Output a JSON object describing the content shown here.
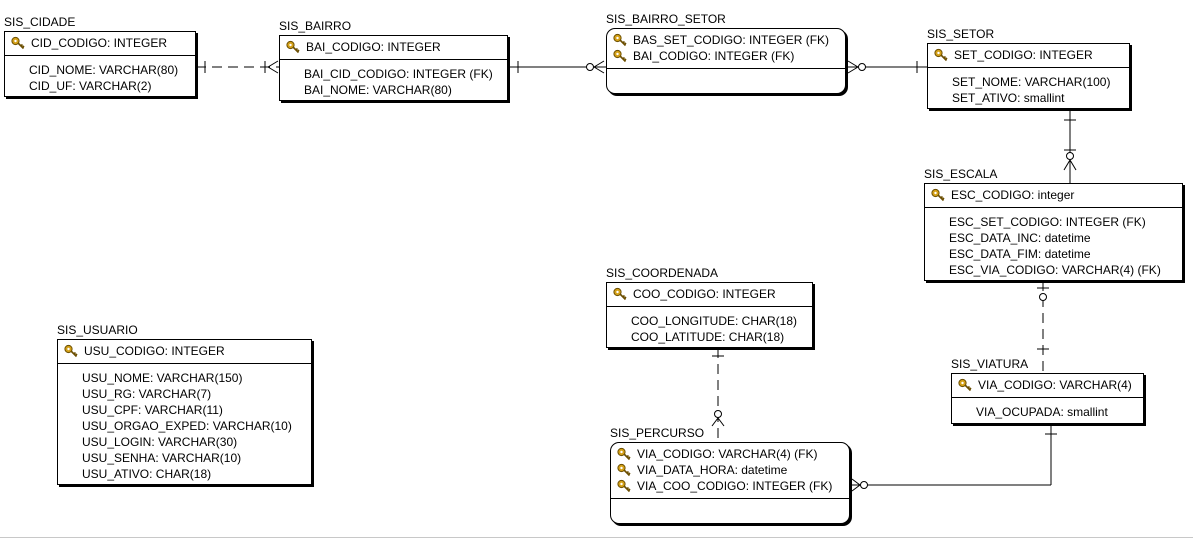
{
  "entities": {
    "sis_cidade": {
      "title": "SIS_CIDADE",
      "pk": [
        {
          "name": "CID_CODIGO: INTEGER"
        }
      ],
      "attrs": [
        "CID_NOME: VARCHAR(80)",
        "CID_UF: VARCHAR(2)"
      ]
    },
    "sis_bairro": {
      "title": "SIS_BAIRRO",
      "pk": [
        {
          "name": "BAI_CODIGO: INTEGER"
        }
      ],
      "attrs": [
        "BAI_CID_CODIGO: INTEGER (FK)",
        "BAI_NOME: VARCHAR(80)"
      ]
    },
    "sis_bairro_setor": {
      "title": "SIS_BAIRRO_SETOR",
      "pk": [
        {
          "name": "BAS_SET_CODIGO: INTEGER (FK)"
        },
        {
          "name": "BAI_CODIGO: INTEGER (FK)"
        }
      ],
      "attrs": []
    },
    "sis_setor": {
      "title": "SIS_SETOR",
      "pk": [
        {
          "name": "SET_CODIGO: INTEGER"
        }
      ],
      "attrs": [
        "SET_NOME: VARCHAR(100)",
        "SET_ATIVO: smallint"
      ]
    },
    "sis_escala": {
      "title": "SIS_ESCALA",
      "pk": [
        {
          "name": "ESC_CODIGO: integer"
        }
      ],
      "attrs": [
        "ESC_SET_CODIGO: INTEGER (FK)",
        "ESC_DATA_INC: datetime",
        "ESC_DATA_FIM: datetime",
        "ESC_VIA_CODIGO: VARCHAR(4) (FK)"
      ]
    },
    "sis_coordenada": {
      "title": "SIS_COORDENADA",
      "pk": [
        {
          "name": "COO_CODIGO: INTEGER"
        }
      ],
      "attrs": [
        "COO_LONGITUDE: CHAR(18)",
        "COO_LATITUDE: CHAR(18)"
      ]
    },
    "sis_usuario": {
      "title": "SIS_USUARIO",
      "pk": [
        {
          "name": "USU_CODIGO: INTEGER"
        }
      ],
      "attrs": [
        "USU_NOME: VARCHAR(150)",
        "USU_RG: VARCHAR(7)",
        "USU_CPF: VARCHAR(11)",
        "USU_ORGAO_EXPED: VARCHAR(10)",
        "USU_LOGIN: VARCHAR(30)",
        "USU_SENHA: VARCHAR(10)",
        "USU_ATIVO: CHAR(18)"
      ]
    },
    "sis_viatura": {
      "title": "SIS_VIATURA",
      "pk": [
        {
          "name": "VIA_CODIGO: VARCHAR(4)"
        }
      ],
      "attrs": [
        "VIA_OCUPADA: smallint"
      ]
    },
    "sis_percurso": {
      "title": "SIS_PERCURSO",
      "pk": [
        {
          "name": "VIA_CODIGO: VARCHAR(4) (FK)"
        },
        {
          "name": "VIA_DATA_HORA: datetime"
        },
        {
          "name": "VIA_COO_CODIGO: INTEGER (FK)"
        }
      ],
      "attrs": []
    }
  },
  "relationships": [
    {
      "parent": "sis_cidade",
      "child": "sis_bairro",
      "identifying": false
    },
    {
      "parent": "sis_bairro",
      "child": "sis_bairro_setor",
      "identifying": true
    },
    {
      "parent": "sis_setor",
      "child": "sis_bairro_setor",
      "identifying": true
    },
    {
      "parent": "sis_setor",
      "child": "sis_escala",
      "identifying": false
    },
    {
      "parent": "sis_viatura",
      "child": "sis_escala",
      "identifying": false
    },
    {
      "parent": "sis_coordenada",
      "child": "sis_percurso",
      "identifying": false
    },
    {
      "parent": "sis_viatura",
      "child": "sis_percurso",
      "identifying": true
    }
  ],
  "colors": {
    "line": "#000000",
    "key_gold": "#d4a017",
    "key_outline": "#6b4e00",
    "background": "#ffffff"
  }
}
